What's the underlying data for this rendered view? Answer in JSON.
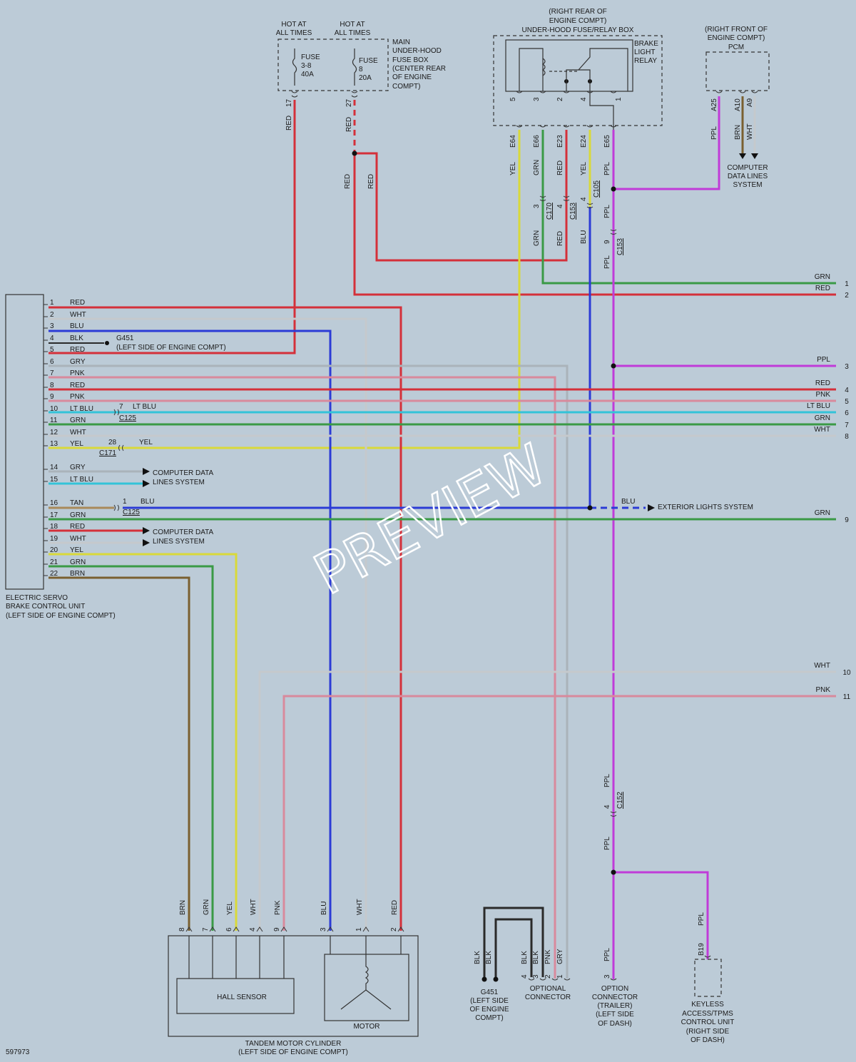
{
  "doc_id": "597973",
  "watermark": "PREVIEW",
  "colors": {
    "RED": "#d4303a",
    "WHT": "#c5c9cc",
    "BLU": "#2b3bd6",
    "GRY": "#aab3ba",
    "PNK": "#d88a9c",
    "LTBLU": "#33c3d8",
    "GRN": "#3a9a46",
    "YEL": "#d9d93a",
    "TAN": "#a98a5a",
    "BRN": "#7a6030",
    "PPL": "#c03bd8",
    "BLK": "#2a2a2a"
  },
  "labels": {
    "hot1": [
      "HOT AT",
      "ALL TIMES"
    ],
    "hot2": [
      "HOT AT",
      "ALL TIMES"
    ],
    "fuse1": [
      "FUSE",
      "3-8",
      "40A"
    ],
    "fuse2": [
      "FUSE",
      "8",
      "20A"
    ],
    "fusebox": [
      "MAIN",
      "UNDER-HOOD",
      "FUSE BOX",
      "(CENTER REAR",
      "OF ENGINE",
      "COMPT)"
    ],
    "relaybox": [
      "(RIGHT REAR OF",
      "ENGINE COMPT)",
      "UNDER-HOOD FUSE/RELAY BOX"
    ],
    "relay": [
      "BRAKE",
      "LIGHT",
      "RELAY"
    ],
    "pcm": [
      "(RIGHT FRONT OF",
      "ENGINE COMPT)",
      "PCM"
    ],
    "cdl_top": [
      "COMPUTER",
      "DATA LINES",
      "SYSTEM"
    ],
    "unit": [
      "ELECTRIC SERVO",
      "BRAKE CONTROL UNIT",
      "(LEFT SIDE OF ENGINE COMPT)"
    ],
    "g451_top": [
      "G451",
      "(LEFT SIDE OF ENGINE COMPT)"
    ],
    "cdl1": [
      "COMPUTER DATA",
      "LINES SYSTEM"
    ],
    "cdl2": [
      "COMPUTER DATA",
      "LINES SYSTEM"
    ],
    "ext": "EXTERIOR LIGHTS SYSTEM",
    "hall": "HALL SENSOR",
    "motor": "MOTOR",
    "tandem": [
      "TANDEM MOTOR CYLINDER",
      "(LEFT SIDE OF ENGINE COMPT)"
    ],
    "g451_bot": [
      "G451",
      "(LEFT SIDE",
      "OF ENGINE",
      "COMPT)"
    ],
    "optconn": [
      "OPTIONAL",
      "CONNECTOR"
    ],
    "trailer": [
      "OPTION",
      "CONNECTOR",
      "(TRAILER)",
      "(LEFT SIDE",
      "OF DASH)"
    ],
    "keyless": [
      "KEYLESS",
      "ACCESS/TPMS",
      "CONTROL UNIT",
      "(RIGHT SIDE",
      "OF DASH)"
    ]
  },
  "pins": [
    {
      "n": "1",
      "c": "RED"
    },
    {
      "n": "2",
      "c": "WHT"
    },
    {
      "n": "3",
      "c": "BLU"
    },
    {
      "n": "4",
      "c": "BLK"
    },
    {
      "n": "5",
      "c": "RED"
    },
    {
      "n": "6",
      "c": "GRY"
    },
    {
      "n": "7",
      "c": "PNK"
    },
    {
      "n": "8",
      "c": "RED"
    },
    {
      "n": "9",
      "c": "PNK"
    },
    {
      "n": "10",
      "c": "LT BLU"
    },
    {
      "n": "11",
      "c": "GRN"
    },
    {
      "n": "12",
      "c": "WHT"
    },
    {
      "n": "13",
      "c": "YEL"
    },
    {
      "n": "14",
      "c": "GRY"
    },
    {
      "n": "15",
      "c": "LT BLU"
    },
    {
      "n": "16",
      "c": "TAN"
    },
    {
      "n": "17",
      "c": "GRN"
    },
    {
      "n": "18",
      "c": "RED"
    },
    {
      "n": "19",
      "c": "WHT"
    },
    {
      "n": "20",
      "c": "YEL"
    },
    {
      "n": "21",
      "c": "GRN"
    },
    {
      "n": "22",
      "c": "BRN"
    }
  ],
  "right_wires": [
    {
      "n": "1",
      "c": "GRN"
    },
    {
      "n": "2",
      "c": "RED"
    },
    {
      "n": "3",
      "c": "PPL"
    },
    {
      "n": "4",
      "c": "RED"
    },
    {
      "n": "5",
      "c": "PNK"
    },
    {
      "n": "6",
      "c": "LT BLU"
    },
    {
      "n": "7",
      "c": "GRN"
    },
    {
      "n": "8",
      "c": "WHT"
    },
    {
      "n": "9",
      "c": "GRN"
    },
    {
      "n": "10",
      "c": "WHT"
    },
    {
      "n": "11",
      "c": "PNK"
    }
  ],
  "connectors": {
    "c125a": {
      "name": "C125",
      "pin": "7",
      "wire": "LT BLU"
    },
    "c171": {
      "name": "C171",
      "pin": "28",
      "wire": "YEL"
    },
    "c125b": {
      "name": "C125",
      "pin": "1",
      "wire": "BLU"
    },
    "c170": {
      "name": "C170",
      "pin": "3"
    },
    "c153a": {
      "name": "C153",
      "pin": "4"
    },
    "c105": {
      "name": "C105",
      "pin": "4"
    },
    "c153b": {
      "name": "C153",
      "pin": "9"
    },
    "c152": {
      "name": "C152",
      "pin": "4"
    }
  },
  "vertical_labels": {
    "fuse_pin1": "17",
    "fuse_pin2": "27",
    "fuse_w1": "RED",
    "fuse_w2": "RED",
    "fuse_w2b": "RED",
    "fuse_w2c": "RED",
    "relay_pins": [
      "5",
      "3",
      "2",
      "4",
      "1"
    ],
    "relay_cav": [
      "E64",
      "E66",
      "E23",
      "E24",
      "E65"
    ],
    "relay_wires": [
      "YEL",
      "GRN",
      "RED",
      "YEL",
      "PPL"
    ],
    "below_conn": [
      "GRN",
      "RED",
      "BLU",
      "PPL"
    ],
    "ppl_mid": "PPL",
    "ppl_low1": "PPL",
    "ppl_low2": "PPL",
    "ppl_trailer": "PPL",
    "ppl_keyless": "PPL",
    "pcm_cav": [
      "A25",
      "A10",
      "A9"
    ],
    "pcm_wires": [
      "PPL",
      "BRN",
      "WHT"
    ],
    "tandem_wires": [
      "BRN",
      "GRN",
      "YEL",
      "WHT",
      "PNK",
      "BLU",
      "WHT",
      "RED"
    ],
    "tandem_pins": [
      "8",
      "7",
      "6",
      "4",
      "9",
      "3",
      "1",
      "2"
    ],
    "bottom_wires": [
      "BLK",
      "BLK",
      "BLK",
      "BLK",
      "PNK",
      "GRY"
    ],
    "opt_pins": [
      "4",
      "3",
      "2",
      "1"
    ],
    "trailer_pin": "3",
    "keyless_pin": "B19"
  },
  "right_extra": {
    "ppl3": "PPL",
    "blu": "BLU"
  }
}
